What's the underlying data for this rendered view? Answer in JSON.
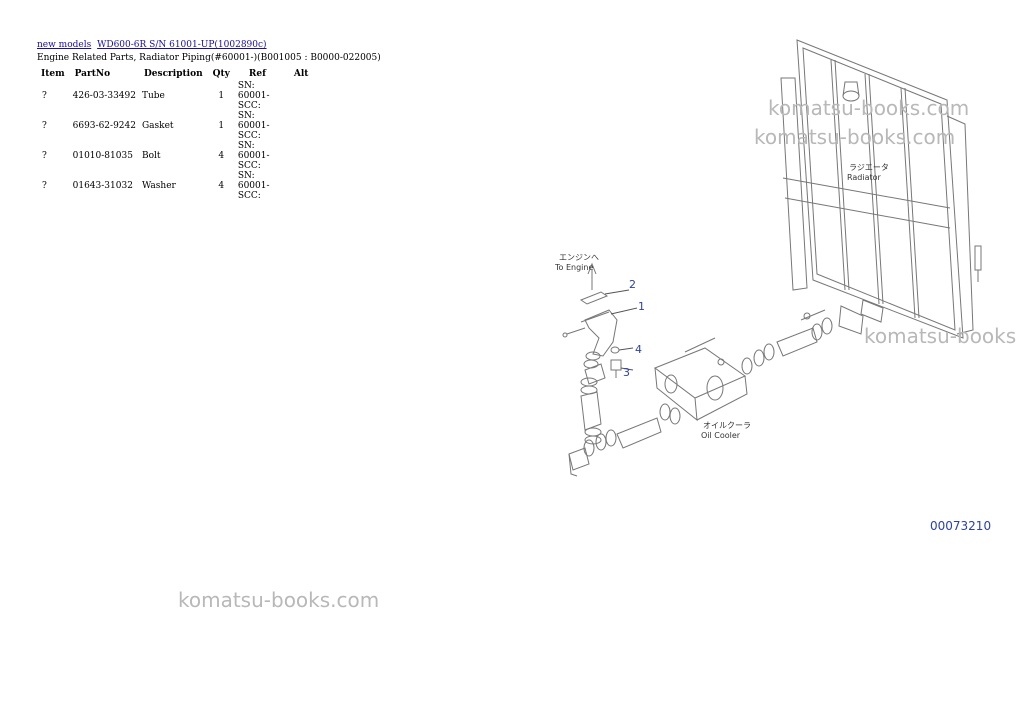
{
  "breadcrumb": {
    "link1": "new models",
    "link2": "WD600-6R S/N 61001-UP(1002890c)"
  },
  "title": "Engine Related Parts, Radiator Piping(#60001-)(B001005 : B0000-022005)",
  "table": {
    "headers": [
      "Item",
      "PartNo",
      "Description",
      "Qty",
      "Ref",
      "Alt"
    ],
    "rows": [
      {
        "item": "?",
        "partno": "426-03-33492",
        "description": "Tube",
        "qty": "1",
        "ref1": "SN: 60001-",
        "ref2": "SCC:",
        "alt": ""
      },
      {
        "item": "?",
        "partno": "6693-62-9242",
        "description": "Gasket",
        "qty": "1",
        "ref1": "SN: 60001-",
        "ref2": "SCC:",
        "alt": ""
      },
      {
        "item": "?",
        "partno": "01010-81035",
        "description": "Bolt",
        "qty": "4",
        "ref1": "SN: 60001-",
        "ref2": "SCC:",
        "alt": ""
      },
      {
        "item": "?",
        "partno": "01643-31032",
        "description": "Washer",
        "qty": "4",
        "ref1": "SN: 60001-",
        "ref2": "SCC:",
        "alt": ""
      }
    ]
  },
  "watermark": "komatsu-books.com",
  "watermark_cut": "komatsu-books",
  "diagram": {
    "id": "00073210",
    "label_radiator_jp": "ラジエータ",
    "label_radiator": "Radiator",
    "label_engine_jp": "エンジンへ",
    "label_engine": "To Engine",
    "label_cooler_jp": "オイルクーラ",
    "label_cooler": "Oil Cooler",
    "callouts": [
      "1",
      "2",
      "3",
      "4"
    ],
    "callout_color": "#2a3fb0"
  }
}
